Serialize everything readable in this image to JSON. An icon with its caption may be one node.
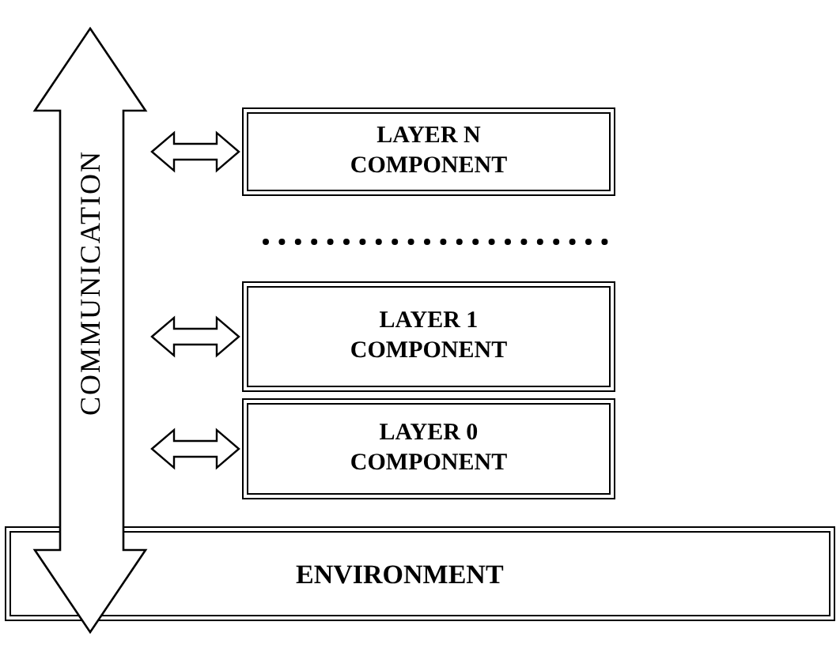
{
  "diagram": {
    "nodes": [
      {
        "text": [
          "COMMUNICATION"
        ]
      },
      {
        "text": [
          "LAYER N COMPONENT"
        ]
      },
      {
        "text": [
          "LAYER 1 COMPONENT"
        ]
      },
      {
        "text": [
          "LAYER 0 COMPONENT"
        ]
      },
      {
        "text": [
          "ENVIRONMENT"
        ]
      }
    ],
    "edges": [
      {
        "from": 0,
        "to": 1,
        "arrow": "both"
      },
      {
        "from": 0,
        "to": 2,
        "arrow": "both"
      },
      {
        "from": 0,
        "to": 3,
        "arrow": "both"
      }
    ]
  }
}
